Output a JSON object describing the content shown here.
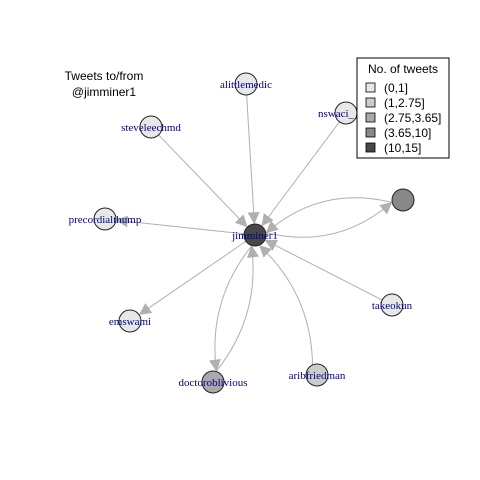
{
  "title_lines": [
    "Tweets to/from",
    "@jimminer1"
  ],
  "legend": {
    "title": "No. of tweets",
    "items": [
      {
        "label": "(0,1]",
        "color": "#e8e8e8"
      },
      {
        "label": "(1,2.75]",
        "color": "#cccccc"
      },
      {
        "label": "(2.75,3.65]",
        "color": "#aaaaaa"
      },
      {
        "label": "(3.65,10]",
        "color": "#888888"
      },
      {
        "label": "(10,15]",
        "color": "#484848"
      }
    ]
  },
  "colors": {
    "edge": "#b0b0b0",
    "node_stroke": "#222222",
    "label": "#00008b"
  },
  "nodes": [
    {
      "id": "jimminer1",
      "label": "jimminer1",
      "fill": "#484848"
    },
    {
      "id": "alittlemedic",
      "label": "alittlemedic",
      "fill": "#e8e8e8"
    },
    {
      "id": "nswaci",
      "label": "nswaci_",
      "fill": "#e8e8e8"
    },
    {
      "id": "unlabeled",
      "label": "",
      "fill": "#888888"
    },
    {
      "id": "steveleechmd",
      "label": "steveleechmd",
      "fill": "#e8e8e8"
    },
    {
      "id": "precordialthump",
      "label": "precordialthump",
      "fill": "#e8e8e8"
    },
    {
      "id": "emswami",
      "label": "emswami",
      "fill": "#e8e8e8"
    },
    {
      "id": "takeokun",
      "label": "takeokun",
      "fill": "#e8e8e8"
    },
    {
      "id": "doctoroblivious",
      "label": "doctoroblivious",
      "fill": "#aaaaaa"
    },
    {
      "id": "aribfriedman",
      "label": "aribfriedman",
      "fill": "#cccccc"
    }
  ],
  "edges": [
    {
      "from": "alittlemedic",
      "to": "jimminer1"
    },
    {
      "from": "nswaci",
      "to": "jimminer1"
    },
    {
      "from": "steveleechmd",
      "to": "jimminer1"
    },
    {
      "from": "jimminer1",
      "to": "precordialthump"
    },
    {
      "from": "jimminer1",
      "to": "emswami"
    },
    {
      "from": "takeokun",
      "to": "jimminer1"
    },
    {
      "from": "aribfriedman",
      "to": "jimminer1"
    },
    {
      "from": "jimminer1",
      "to": "doctoroblivious"
    },
    {
      "from": "doctoroblivious",
      "to": "jimminer1"
    },
    {
      "from": "jimminer1",
      "to": "unlabeled"
    },
    {
      "from": "unlabeled",
      "to": "jimminer1"
    }
  ]
}
